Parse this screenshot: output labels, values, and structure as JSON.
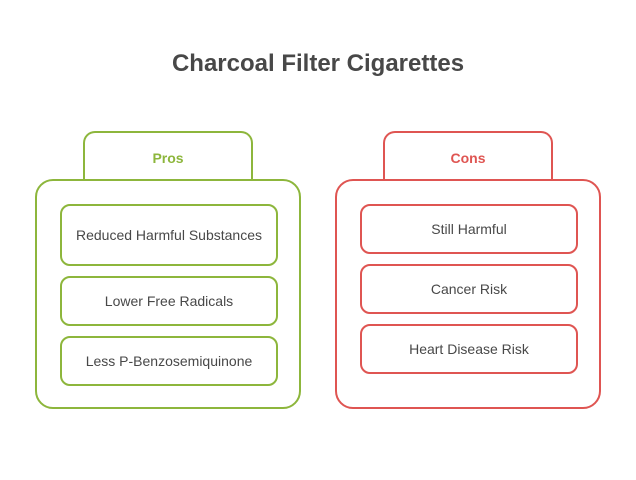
{
  "title": "Charcoal Filter Cigarettes",
  "pros": {
    "label": "Pros",
    "color": "#8db63c",
    "items": [
      "Reduced Harmful Substances",
      "Lower Free Radicals",
      "Less P-Benzosemiquinone"
    ]
  },
  "cons": {
    "label": "Cons",
    "color": "#df5552",
    "items": [
      "Still Harmful",
      "Cancer Risk",
      "Heart Disease Risk"
    ]
  }
}
